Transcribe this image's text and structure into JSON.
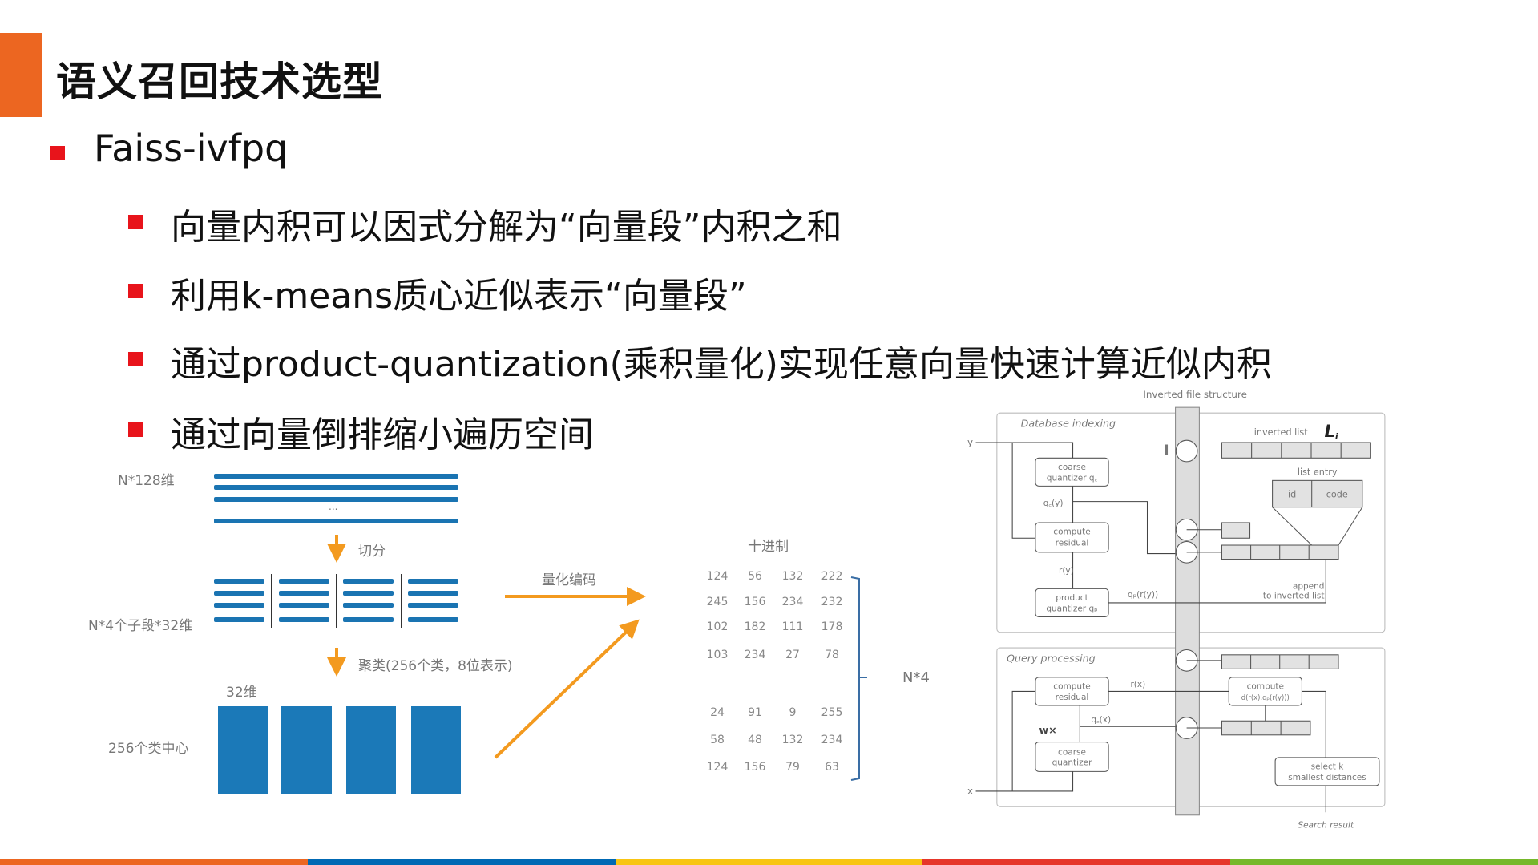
{
  "title": "语义召回技术选型",
  "bullets": {
    "main": "Faiss-ivfpq",
    "sub": [
      "向量内积可以因式分解为“向量段”内积之和",
      "利用k-means质心近似表示“向量段”",
      "通过product-quantization(乘积量化)实现任意向量快速计算近似内积",
      "通过向量倒排缩小遍历空间"
    ]
  },
  "pq_diagram": {
    "label_vectors": "N*128维",
    "ellipsis": "...",
    "step_split": "切分",
    "label_subsegments": "N*4个子段*32维",
    "step_cluster": "聚类(256个类，8位表示)",
    "label_dim": "32维",
    "label_centers": "256个类中心",
    "label_encode": "量化编码",
    "label_decimal": "十进制",
    "label_n4": "N*4",
    "codes": [
      [
        "124",
        "56",
        "132",
        "222"
      ],
      [
        "245",
        "156",
        "234",
        "232"
      ],
      [
        "102",
        "182",
        "111",
        "178"
      ],
      [
        "103",
        "234",
        "27",
        "78"
      ],
      [
        "24",
        "91",
        "9",
        "255"
      ],
      [
        "58",
        "48",
        "132",
        "234"
      ],
      [
        "124",
        "156",
        "79",
        "63"
      ]
    ]
  },
  "ivf_diagram": {
    "title": "Inverted file structure",
    "db_section": "Database indexing",
    "query_section": "Query processing",
    "y": "y",
    "x": "x",
    "i": "i",
    "inverted_list": "inverted list",
    "L": "L",
    "L_sub": "i",
    "list_entry": "list entry",
    "id": "id",
    "code": "code",
    "coarse_q_db": [
      "coarse",
      "quantizer q꜀"
    ],
    "qc_y": "q꜀(y)",
    "compute_residual": [
      "compute",
      "residual"
    ],
    "r_y": "r(y)",
    "product_q": [
      "product",
      "quantizer qₚ"
    ],
    "qp_ry": "qₚ(r(y))",
    "append": [
      "append",
      "to inverted list"
    ],
    "r_x": "r(x)",
    "compute_d": [
      "compute",
      "d(r(x),qₚ(r(y)))"
    ],
    "qc_x": "q꜀(x)",
    "wx": "w×",
    "coarse_q_query": [
      "coarse",
      "quantizer"
    ],
    "select": [
      "select k",
      "smallest distances"
    ],
    "search_result": "Search result"
  },
  "colors": {
    "accent": "#ec6621",
    "bullet": "#e8141b",
    "bar_blue": "#1a74b2",
    "arrow": "#f39a1f",
    "footer": [
      "#ec6621",
      "#0069b4",
      "#f8c513",
      "#e6362a",
      "#76b82a"
    ]
  }
}
